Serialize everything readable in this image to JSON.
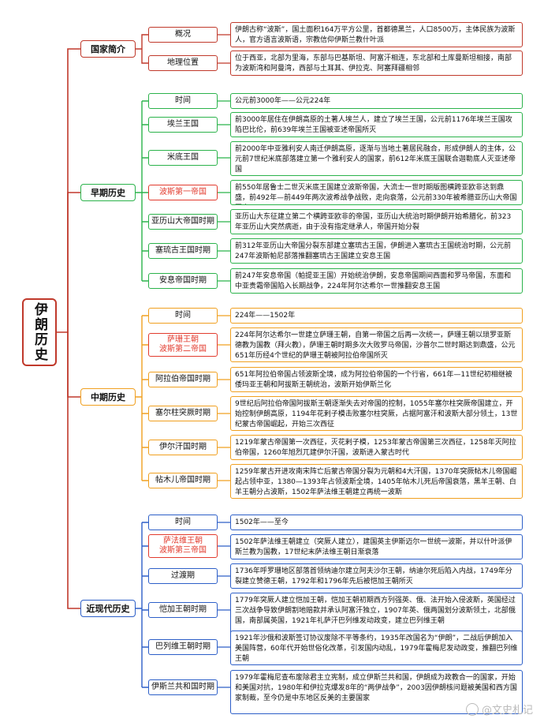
{
  "root": {
    "title": "伊朗历史"
  },
  "colors": {
    "red": "#c0392b",
    "green": "#2bb34b",
    "orange": "#f0a020",
    "blue": "#2d5fc8",
    "highlight_text": "#e23b2e"
  },
  "sections": [
    {
      "label": "国家简介",
      "items": [
        {
          "label": "概况",
          "text": "伊朗古称“波斯”，国土面积164万平方公里，首都德黑兰，人口8500万，主体民族为波斯人，官方语言波斯语，宗教信仰伊斯兰教什叶派"
        },
        {
          "label": "地理位置",
          "text": "位于西亚，北部为里海，东部与巴基斯坦、阿富汗相连，东北部和土库曼斯坦相接，南部为波斯湾和阿曼湾，西部与土耳其、伊拉克、阿塞拜疆相邻"
        }
      ]
    },
    {
      "label": "早期历史",
      "items": [
        {
          "label": "时间",
          "text": "公元前3000年——公元224年"
        },
        {
          "label": "埃兰王国",
          "text": "前3000年居住在伊朗高原的土著人埃兰人，建立了埃兰王国，公元前1176年埃兰王国攻陷巴比伦，前639年埃兰王国被亚述帝国所灭"
        },
        {
          "label": "米底王国",
          "text": "前2000年中亚雅利安人南迁伊朗高原，逐渐与当地土著居民融合，形成伊朗人的主体，公元前7世纪米底部落建立第一个雅利安人的国家，前612年米底王国联合迦勒底人灭亚述帝国"
        },
        {
          "label": "波斯第一帝国",
          "highlight": true,
          "text": "前550年居鲁士二世灭米底王国建立波斯帝国，大流士一世时期版图横跨亚欧非达到鼎盛，前492年—前449年两次波希战争战败，走向衰落，公元前330年被希腊亚历山大帝国灭亡"
        },
        {
          "label": "亚历山大帝国时期",
          "text": "亚历山大东征建立第二个横跨亚欧非的帝国，亚历山大统治时期伊朗开始希腊化，前323年亚历山大突然病逝，由于没有指定继承人，帝国开始分裂"
        },
        {
          "label": "塞琉古王国时期",
          "text": "前312年亚历山大帝国分裂东部建立塞琉古王国，伊朗进入塞琉古王国统治时期，公元前247年波斯帕尼部落推翻塞琉古王国建立安息王国"
        },
        {
          "label": "安息帝国时期",
          "text": "前247年安息帝国（帕提亚王国）开始统治伊朗，安息帝国期间西面和罗马帝国，东面和中亚贵霜帝国陷入长期战争，224年阿尔达希尔一世推翻安息王国"
        }
      ]
    },
    {
      "label": "中期历史",
      "items": [
        {
          "label": "时间",
          "text": "224年——1502年"
        },
        {
          "label": "萨珊王朝\n波斯第二帝国",
          "highlight": true,
          "text": "224年阿尔达希尔一世建立萨珊王朝，自第一帝国之后再一次统一，萨珊王朝以琐罗亚斯德教为国教（拜火教），萨珊王朝时期多次大败罗马帝国，沙普尔二世时期达到鼎盛，公元651年历经4个世纪的萨珊王朝被阿拉伯帝国所灭"
        },
        {
          "label": "阿拉伯帝国时期",
          "text": "651年阿拉伯帝国占领波斯全境，成为阿拉伯帝国的一个行省，661年—11世纪初相继被倭玛亚王朝和阿拔斯王朝统治，波斯开始伊斯兰化"
        },
        {
          "label": "塞尔柱突厥时期",
          "text": "9世纪后阿拉伯帝国阿拔斯王朝逐渐失去对帝国的控制，1055年塞尔柱突厥帝国建立，开始控制伊朗高原，1194年花剌子模击败塞尔柱突厥，占据阿富汗和波斯大部分领土，13世纪蒙古帝国崛起，开始三次西征"
        },
        {
          "label": "伊尔汗国时期",
          "text": "1219年蒙古帝国第一次西征，灭花剌子模，1253年蒙古帝国第三次西征，1258年灭阿拉伯帝国，1260年旭烈兀建伊尔汗国，波斯进入蒙古时代"
        },
        {
          "label": "帖木儿帝国时期",
          "text": "1259年蒙古开进攻南宋阵亡后蒙古帝国分裂为元朝和4大汗国，1370年突厥帖木儿帝国崛起占领中亚，1380—1393年占领波斯全境，1405年帖木儿死后帝国衰落，黑羊王朝、白羊王朝分占波斯，1502年萨法维王朝建立再统一波斯"
        }
      ]
    },
    {
      "label": "近现代历史",
      "items": [
        {
          "label": "时间",
          "text": "1502年——至今"
        },
        {
          "label": "萨法维王朝\n波斯第三帝国",
          "highlight": true,
          "text": "1502年萨法维王朝建立（突厥人建立），建国英主伊斯迈尔一世统一波斯，并以什叶派伊斯兰教为国教，17世纪末萨法维王朝日渐衰落"
        },
        {
          "label": "过渡期",
          "text": "1736年呼罗珊地区部落首领纳迪尔建立阿夫沙尔王朝，纳迪尔死后陷入内战，1749年分裂建立赞德王朝，1792年和1796年先后被恺加王朝所灭"
        },
        {
          "label": "恺加王朝时期",
          "text": "1779年突厥人建立恺加王朝，恺加王朝初期西方列强英、俄、法开始入侵波斯，英国经过三次战争导致伊朗割地赔款并承认阿富汗独立，1907年英、俄两国划分波斯领土，北部俄国，南部属英国，1921年礼萨汗巴列维发动政变，建立巴列维王朝"
        },
        {
          "label": "巴列维王朝时期",
          "text": "1921年沙俄和波斯签订协议废除不平等条约，1935年改国名为“伊朗”，二战后伊朗加入美国阵营，60年代开始世俗化改革，引发国内动乱，1979年霍梅尼发动政变，推翻巴列维王朝"
        },
        {
          "label": "伊斯兰共和国时期",
          "text": "1979年霍梅尼查布废除君主立宪制，成立伊斯兰共和国，伊朗成为政教合一的国家，开始和美国对抗，1980年和伊拉克爆发8年的“两伊战争”，2003因伊朗核问题被美国和西方国家制裁，至今仍是中东地区反美的主要国家"
        }
      ]
    }
  ],
  "watermark": {
    "text": "@文史札记"
  }
}
